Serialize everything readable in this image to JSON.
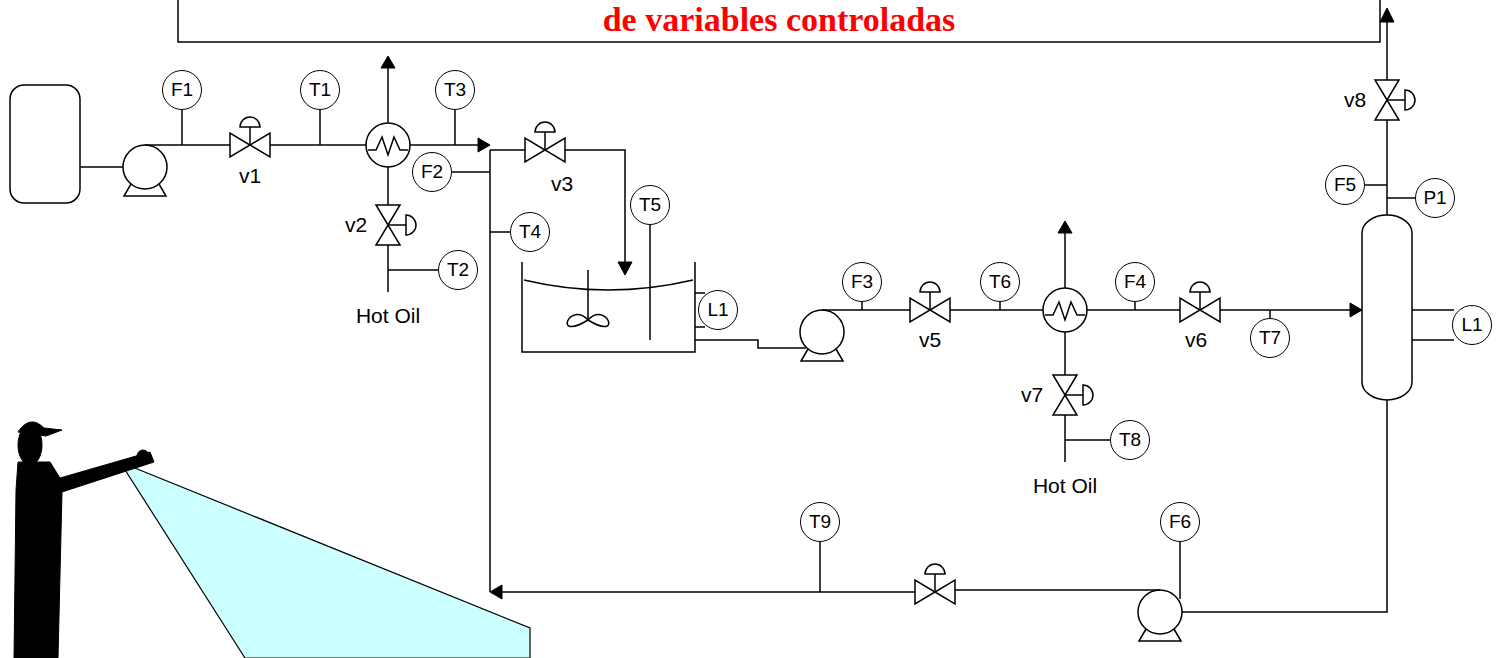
{
  "diagram": {
    "title": "de variables controladas",
    "nodes": [
      {
        "text": [
          "F1"
        ]
      },
      {
        "text": [
          "T1"
        ]
      },
      {
        "text": [
          "T3"
        ]
      },
      {
        "text": [
          "T2"
        ]
      },
      {
        "text": [
          "F2"
        ]
      },
      {
        "text": [
          "T4"
        ]
      },
      {
        "text": [
          "T5"
        ]
      },
      {
        "text": [
          "L1"
        ]
      },
      {
        "text": [
          "F3"
        ]
      },
      {
        "text": [
          "T6"
        ]
      },
      {
        "text": [
          "F4"
        ]
      },
      {
        "text": [
          "T7"
        ]
      },
      {
        "text": [
          "T8"
        ]
      },
      {
        "text": [
          "F5"
        ]
      },
      {
        "text": [
          "P1"
        ]
      },
      {
        "text": [
          "L1"
        ]
      },
      {
        "text": [
          "T9"
        ]
      },
      {
        "text": [
          "F6"
        ]
      }
    ],
    "labels": [
      "v1",
      "v2",
      "Hot Oil",
      "v3",
      "v5",
      "v6",
      "v7",
      "Hot Oil",
      "v8"
    ]
  }
}
